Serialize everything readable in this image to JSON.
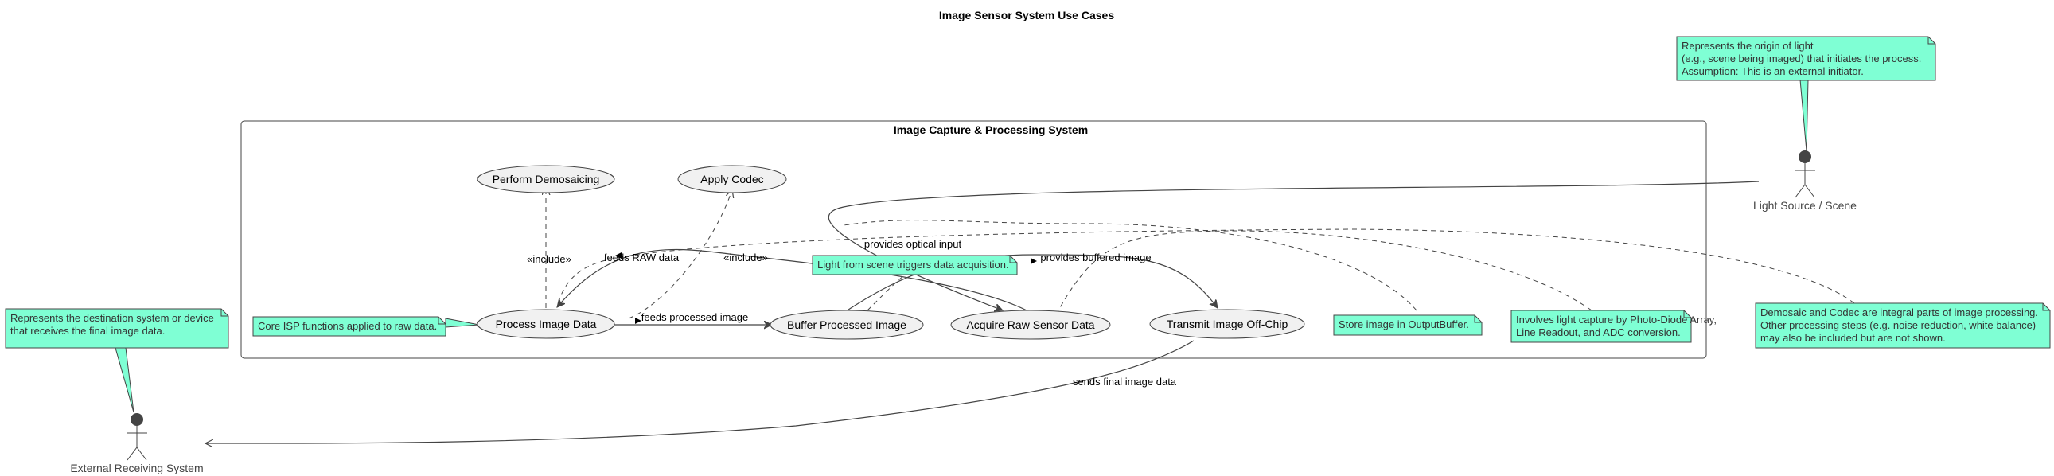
{
  "diagram": {
    "title": "Image Sensor System Use Cases",
    "package_title": "Image Capture & Processing System",
    "colors": {
      "note_fill": "#7fffd4",
      "usecase_fill": "#f1f1f1",
      "actor_fill": "#444444",
      "line": "#444444"
    }
  },
  "actors": {
    "light_source": "Light Source / Scene",
    "external_receiver": "External Receiving System"
  },
  "usecases": {
    "demosaic": "Perform Demosaicing",
    "codec": "Apply Codec",
    "process": "Process Image Data",
    "buffer": "Buffer Processed Image",
    "acquire": "Acquire Raw Sensor Data",
    "transmit": "Transmit Image Off-Chip"
  },
  "edge_labels": {
    "include_demosaic": "«include»",
    "include_codec": "«include»",
    "feeds_raw": "feeds RAW data",
    "optical_input": "provides optical input",
    "buffered_image": "provides buffered image",
    "feeds_processed": "feeds processed image",
    "final_data": "sends final image data"
  },
  "notes": {
    "light_source": [
      "Represents the origin of light",
      "(e.g., scene being imaged) that initiates the process.",
      "Assumption: This is an external initiator."
    ],
    "external_receiver": [
      "Represents the destination system or device",
      "that receives the final image data."
    ],
    "isp": [
      "Core ISP functions applied to raw data."
    ],
    "trigger": [
      "Light from scene triggers data acquisition."
    ],
    "output_buffer": [
      "Store image in OutputBuffer."
    ],
    "photodiode": [
      "Involves light capture by Photo-Diode Array,",
      "Line Readout, and ADC conversion."
    ],
    "demosaic_codec": [
      "Demosaic and Codec are integral parts of image processing.",
      "Other processing steps (e.g. noise reduction, white balance)",
      "may also be included but are not shown."
    ]
  }
}
